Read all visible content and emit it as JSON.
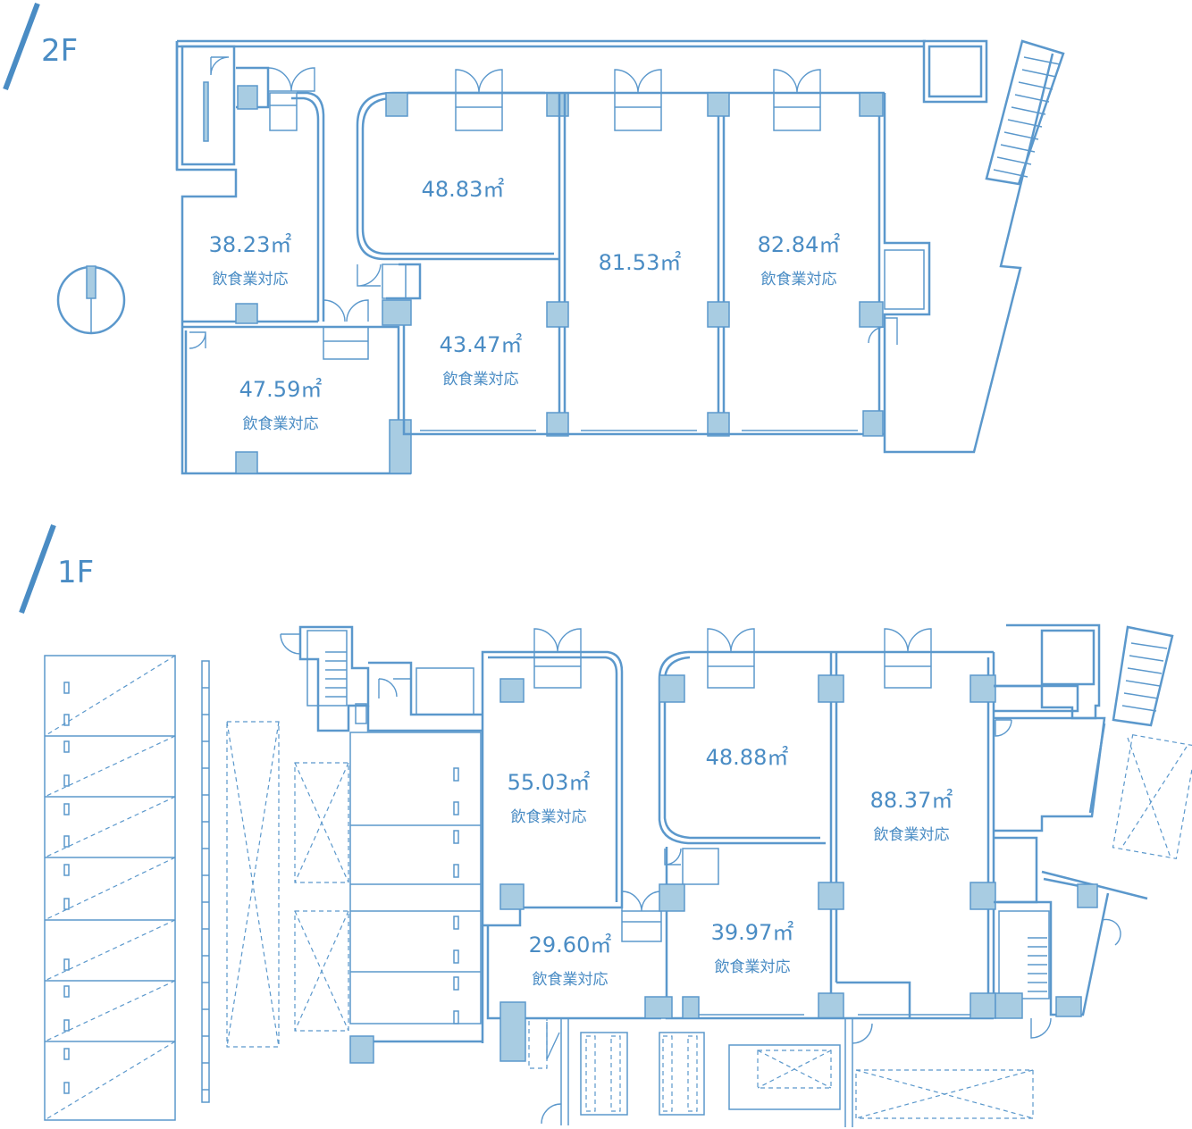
{
  "floors": {
    "f2": {
      "label": "2F",
      "rooms": [
        {
          "area": "38.23㎡",
          "note": "飲食業対応"
        },
        {
          "area": "47.59㎡",
          "note": "飲食業対応"
        },
        {
          "area": "48.83㎡",
          "note": ""
        },
        {
          "area": "43.47㎡",
          "note": "飲食業対応"
        },
        {
          "area": "81.53㎡",
          "note": ""
        },
        {
          "area": "82.84㎡",
          "note": "飲食業対応"
        }
      ]
    },
    "f1": {
      "label": "1F",
      "rooms": [
        {
          "area": "55.03㎡",
          "note": "飲食業対応"
        },
        {
          "area": "29.60㎡",
          "note": "飲食業対応"
        },
        {
          "area": "48.88㎡",
          "note": ""
        },
        {
          "area": "39.97㎡",
          "note": "飲食業対応"
        },
        {
          "area": "88.37㎡",
          "note": "飲食業対応"
        }
      ]
    }
  },
  "colors": {
    "accent": "#4a8cc4",
    "wall": "#5b98cc",
    "fill": "#a8cce2"
  },
  "icons": {
    "compass": "north-arrow-icon"
  }
}
